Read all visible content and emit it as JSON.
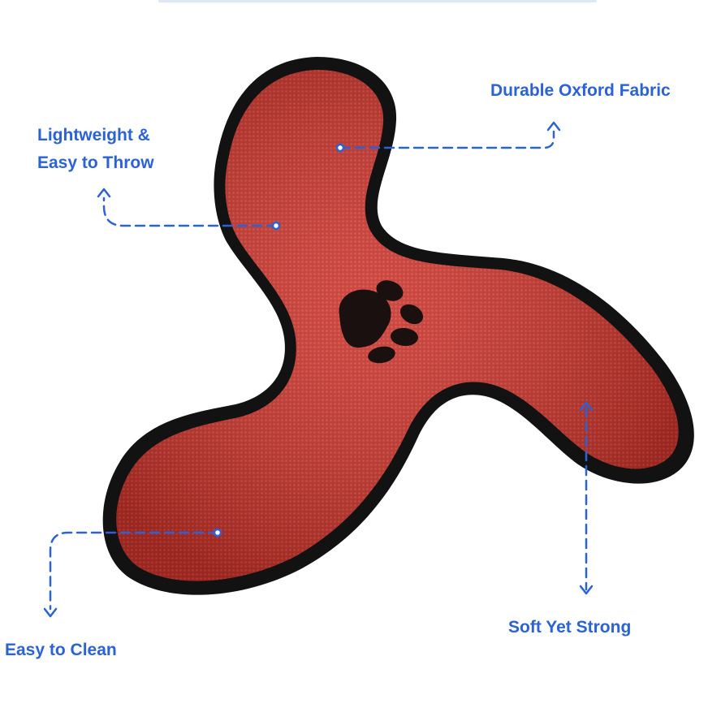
{
  "colors": {
    "accent": "#2b62d6",
    "toy_fill": "#c8332b",
    "toy_edge": "#0f0f0f",
    "paw": "#1a1010"
  },
  "product": {
    "name": "",
    "features": [
      {
        "text": "Durable Oxford Fabric"
      },
      {
        "text": "Lightweight &"
      },
      {
        "text": "Easy to Throw"
      },
      {
        "text": "Easy to Clean"
      },
      {
        "text": "Soft Yet Strong"
      }
    ]
  },
  "icons": [
    "paw-print-icon"
  ]
}
